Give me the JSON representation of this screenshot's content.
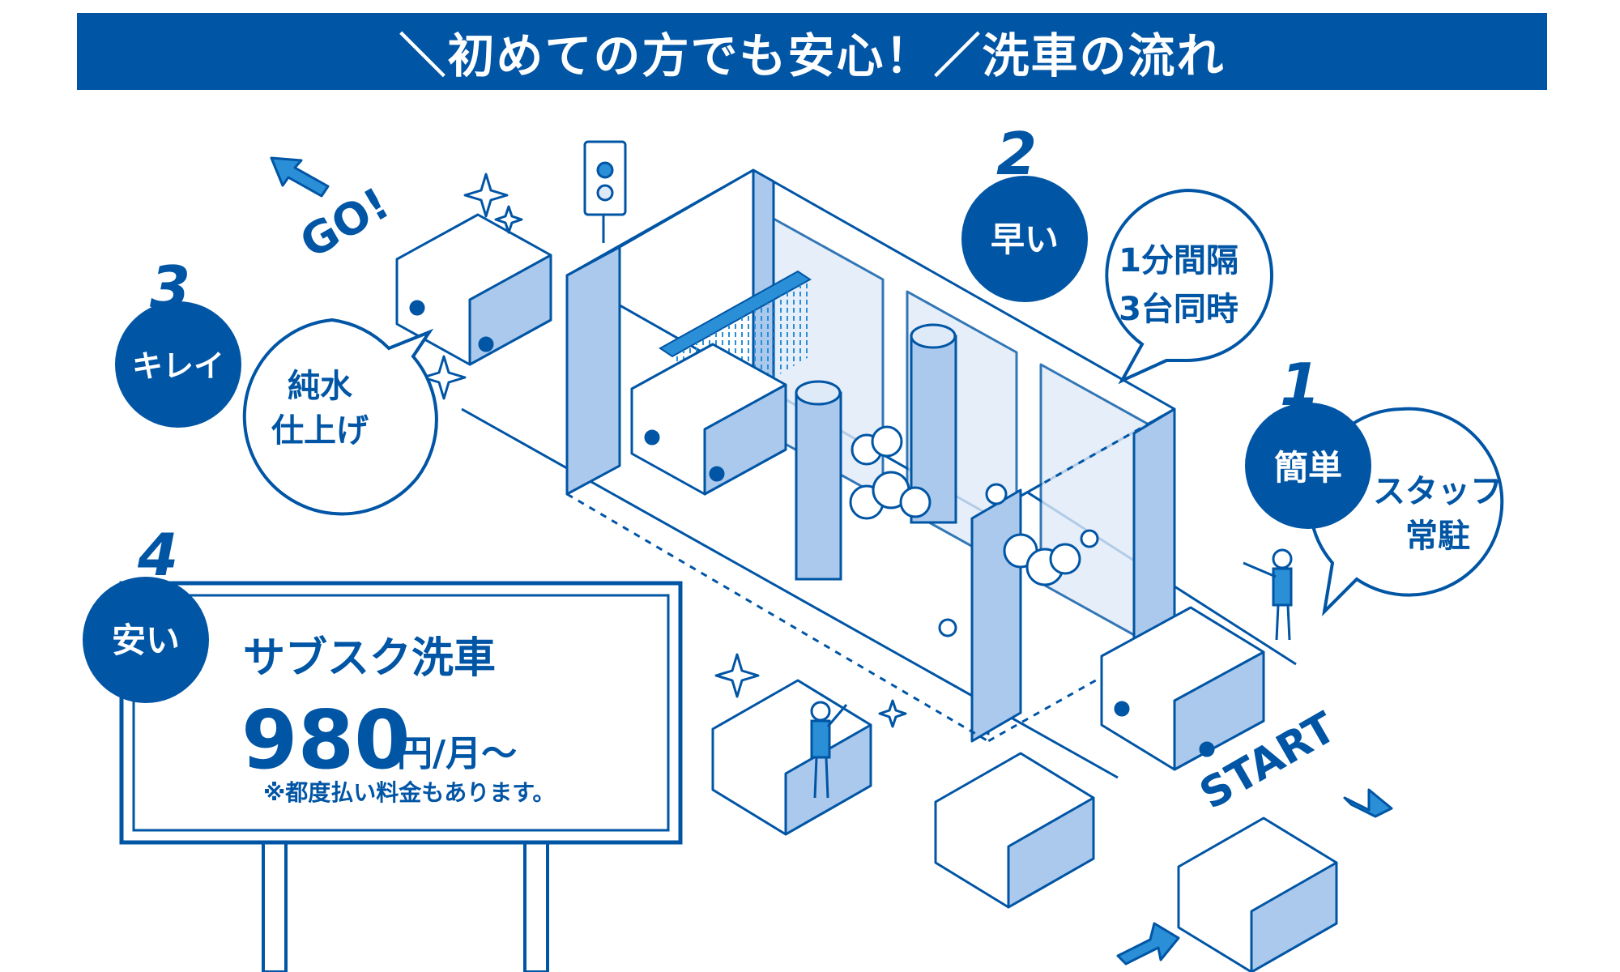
{
  "banner": {
    "lead": "＼初めての方でも安心！／",
    "title": "洗車の流れ"
  },
  "steps": [
    {
      "number": "1",
      "title": "簡単",
      "bubble_lines": [
        "スタッフ",
        "常駐"
      ]
    },
    {
      "number": "2",
      "title": "早い",
      "bubble_lines": [
        "1分間隔",
        "3台同時"
      ]
    },
    {
      "number": "3",
      "title": "キレイ",
      "bubble_lines": [
        "純水",
        "仕上げ"
      ]
    },
    {
      "number": "4",
      "title": "安い"
    }
  ],
  "billboard": {
    "heading": "サブスク洗車",
    "price": "980",
    "price_unit": "円/月〜",
    "note": "※都度払い料金もあります。"
  },
  "labels": {
    "start": "START",
    "go": "GO!"
  },
  "colors": {
    "brand": "#0055a5",
    "light": "#aac9ec",
    "pale": "#dfeaf8",
    "accent": "#2a8fd6"
  }
}
